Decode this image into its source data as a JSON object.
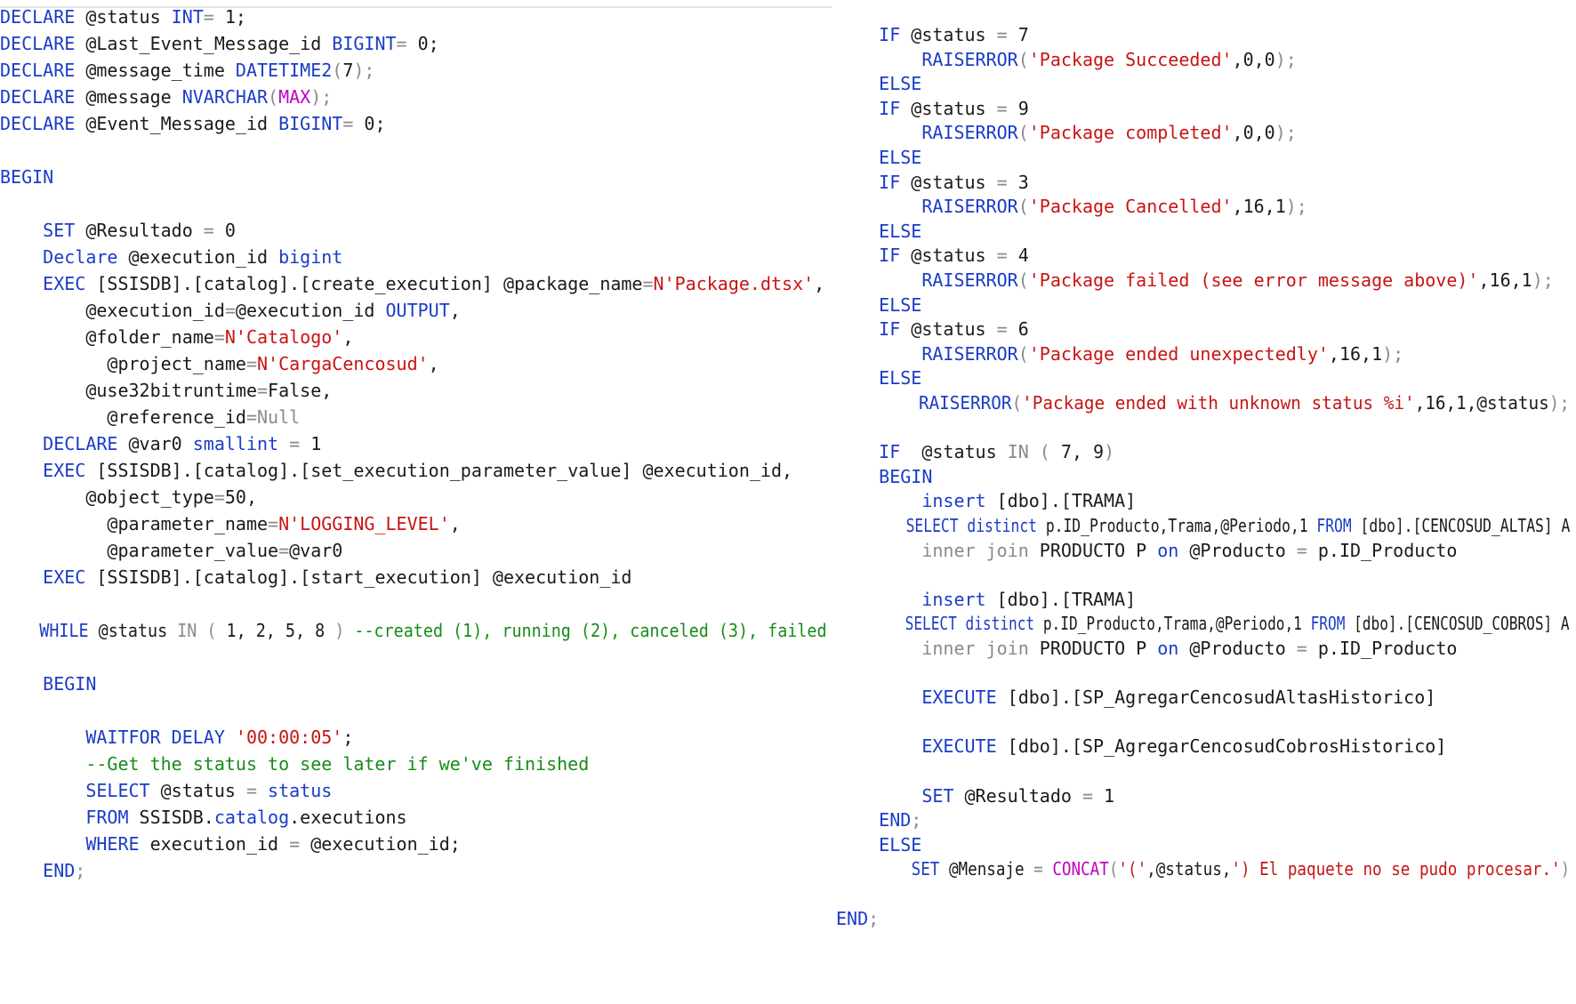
{
  "colors": {
    "keyword": "#1a3cc8",
    "string": "#c81414",
    "comment": "#178c17",
    "operator": "#8a8a8a",
    "function": "#c000c0",
    "plain": "#1a1a1a",
    "background": "#ffffff"
  },
  "left_pane": {
    "lines": [
      [
        {
          "t": "kw",
          "v": "DECLARE"
        },
        {
          "t": "pl",
          "v": " @status "
        },
        {
          "t": "kw",
          "v": "INT"
        },
        {
          "t": "gry",
          "v": "="
        },
        {
          "t": "pl",
          "v": " 1;"
        }
      ],
      [
        {
          "t": "kw",
          "v": "DECLARE"
        },
        {
          "t": "pl",
          "v": " @Last_Event_Message_id "
        },
        {
          "t": "kw",
          "v": "BIGINT"
        },
        {
          "t": "gry",
          "v": "="
        },
        {
          "t": "pl",
          "v": " 0;"
        }
      ],
      [
        {
          "t": "kw",
          "v": "DECLARE"
        },
        {
          "t": "pl",
          "v": " @message_time "
        },
        {
          "t": "kw",
          "v": "DATETIME2"
        },
        {
          "t": "gry",
          "v": "("
        },
        {
          "t": "pl",
          "v": "7"
        },
        {
          "t": "gry",
          "v": ");"
        }
      ],
      [
        {
          "t": "kw",
          "v": "DECLARE"
        },
        {
          "t": "pl",
          "v": " @message "
        },
        {
          "t": "kw",
          "v": "NVARCHAR"
        },
        {
          "t": "gry",
          "v": "("
        },
        {
          "t": "fn",
          "v": "MAX"
        },
        {
          "t": "gry",
          "v": ");"
        }
      ],
      [
        {
          "t": "kw",
          "v": "DECLARE"
        },
        {
          "t": "pl",
          "v": " @Event_Message_id "
        },
        {
          "t": "kw",
          "v": "BIGINT"
        },
        {
          "t": "gry",
          "v": "="
        },
        {
          "t": "pl",
          "v": " 0;"
        }
      ],
      [],
      [
        {
          "t": "kw",
          "v": "BEGIN"
        }
      ],
      [],
      [
        {
          "t": "pl",
          "v": "    "
        },
        {
          "t": "kw",
          "v": "SET"
        },
        {
          "t": "pl",
          "v": " @Resultado "
        },
        {
          "t": "gry",
          "v": "="
        },
        {
          "t": "pl",
          "v": " 0"
        }
      ],
      [
        {
          "t": "pl",
          "v": "    "
        },
        {
          "t": "kw",
          "v": "Declare"
        },
        {
          "t": "pl",
          "v": " @execution_id "
        },
        {
          "t": "kw",
          "v": "bigint"
        }
      ],
      [
        {
          "t": "pl",
          "v": "    "
        },
        {
          "t": "kw",
          "v": "EXEC"
        },
        {
          "t": "pl",
          "v": " [SSISDB].[catalog].[create_execution] @package_name"
        },
        {
          "t": "gry",
          "v": "="
        },
        {
          "t": "str",
          "v": "N'Package.dtsx'"
        },
        {
          "t": "pl",
          "v": ","
        }
      ],
      [
        {
          "t": "pl",
          "v": "        @execution_id"
        },
        {
          "t": "gry",
          "v": "="
        },
        {
          "t": "pl",
          "v": "@execution_id "
        },
        {
          "t": "kw",
          "v": "OUTPUT"
        },
        {
          "t": "pl",
          "v": ","
        }
      ],
      [
        {
          "t": "pl",
          "v": "        @folder_name"
        },
        {
          "t": "gry",
          "v": "="
        },
        {
          "t": "str",
          "v": "N'Catalogo'"
        },
        {
          "t": "pl",
          "v": ","
        }
      ],
      [
        {
          "t": "pl",
          "v": "          @project_name"
        },
        {
          "t": "gry",
          "v": "="
        },
        {
          "t": "str",
          "v": "N'CargaCencosud'"
        },
        {
          "t": "pl",
          "v": ","
        }
      ],
      [
        {
          "t": "pl",
          "v": "        @use32bitruntime"
        },
        {
          "t": "gry",
          "v": "="
        },
        {
          "t": "pl",
          "v": "False,"
        }
      ],
      [
        {
          "t": "pl",
          "v": "          @reference_id"
        },
        {
          "t": "gry",
          "v": "=Null"
        }
      ],
      [
        {
          "t": "pl",
          "v": "    "
        },
        {
          "t": "kw",
          "v": "DECLARE"
        },
        {
          "t": "pl",
          "v": " @var0 "
        },
        {
          "t": "kw",
          "v": "smallint"
        },
        {
          "t": "pl",
          "v": " "
        },
        {
          "t": "gry",
          "v": "="
        },
        {
          "t": "pl",
          "v": " 1"
        }
      ],
      [
        {
          "t": "pl",
          "v": "    "
        },
        {
          "t": "kw",
          "v": "EXEC"
        },
        {
          "t": "pl",
          "v": " [SSISDB].[catalog].[set_execution_parameter_value] @execution_id,"
        }
      ],
      [
        {
          "t": "pl",
          "v": "        @object_type"
        },
        {
          "t": "gry",
          "v": "="
        },
        {
          "t": "pl",
          "v": "50,"
        }
      ],
      [
        {
          "t": "pl",
          "v": "          @parameter_name"
        },
        {
          "t": "gry",
          "v": "="
        },
        {
          "t": "str",
          "v": "N'LOGGING_LEVEL'"
        },
        {
          "t": "pl",
          "v": ","
        }
      ],
      [
        {
          "t": "pl",
          "v": "          @parameter_value"
        },
        {
          "t": "gry",
          "v": "="
        },
        {
          "t": "pl",
          "v": "@var0"
        }
      ],
      [
        {
          "t": "pl",
          "v": "    "
        },
        {
          "t": "kw",
          "v": "EXEC"
        },
        {
          "t": "pl",
          "v": " [SSISDB].[catalog].[start_execution] @execution_id"
        }
      ],
      [],
      [
        {
          "t": "pl",
          "v": "    "
        },
        {
          "t": "kw",
          "v": "WHILE"
        },
        {
          "t": "pl",
          "v": " @status "
        },
        {
          "t": "gry",
          "v": "IN ("
        },
        {
          "t": "pl",
          "v": " 1, 2, 5, 8 "
        },
        {
          "t": "gry",
          "v": ")"
        },
        {
          "t": "pl",
          "v": " "
        },
        {
          "t": "cmt",
          "v": "--created (1), running (2), canceled (3), failed"
        }
      ],
      [],
      [
        {
          "t": "pl",
          "v": "    "
        },
        {
          "t": "kw",
          "v": "BEGIN"
        }
      ],
      [],
      [
        {
          "t": "pl",
          "v": "        "
        },
        {
          "t": "kw",
          "v": "WAITFOR DELAY"
        },
        {
          "t": "pl",
          "v": " "
        },
        {
          "t": "str",
          "v": "'00:00:05'"
        },
        {
          "t": "pl",
          "v": ";"
        }
      ],
      [
        {
          "t": "pl",
          "v": "        "
        },
        {
          "t": "cmt",
          "v": "--Get the status to see later if we've finished"
        }
      ],
      [
        {
          "t": "pl",
          "v": "        "
        },
        {
          "t": "kw",
          "v": "SELECT"
        },
        {
          "t": "pl",
          "v": " @status "
        },
        {
          "t": "gry",
          "v": "="
        },
        {
          "t": "pl",
          "v": " "
        },
        {
          "t": "kw",
          "v": "status"
        }
      ],
      [
        {
          "t": "pl",
          "v": "        "
        },
        {
          "t": "kw",
          "v": "FROM"
        },
        {
          "t": "pl",
          "v": " SSISDB."
        },
        {
          "t": "kw",
          "v": "catalog"
        },
        {
          "t": "pl",
          "v": ".executions"
        }
      ],
      [
        {
          "t": "pl",
          "v": "        "
        },
        {
          "t": "kw",
          "v": "WHERE"
        },
        {
          "t": "pl",
          "v": " execution_id "
        },
        {
          "t": "gry",
          "v": "="
        },
        {
          "t": "pl",
          "v": " @execution_id;"
        }
      ],
      [
        {
          "t": "pl",
          "v": "    "
        },
        {
          "t": "kw",
          "v": "END"
        },
        {
          "t": "gry",
          "v": ";"
        }
      ]
    ]
  },
  "right_pane": {
    "lines": [
      [
        {
          "t": "pl",
          "v": "    "
        },
        {
          "t": "kw",
          "v": "IF"
        },
        {
          "t": "pl",
          "v": " @status "
        },
        {
          "t": "gry",
          "v": "="
        },
        {
          "t": "pl",
          "v": " 7"
        }
      ],
      [
        {
          "t": "pl",
          "v": "        "
        },
        {
          "t": "kw",
          "v": "RAISERROR"
        },
        {
          "t": "gry",
          "v": "("
        },
        {
          "t": "str",
          "v": "'Package Succeeded'"
        },
        {
          "t": "pl",
          "v": ",0,0"
        },
        {
          "t": "gry",
          "v": ");"
        }
      ],
      [
        {
          "t": "pl",
          "v": "    "
        },
        {
          "t": "kw",
          "v": "ELSE"
        }
      ],
      [
        {
          "t": "pl",
          "v": "    "
        },
        {
          "t": "kw",
          "v": "IF"
        },
        {
          "t": "pl",
          "v": " @status "
        },
        {
          "t": "gry",
          "v": "="
        },
        {
          "t": "pl",
          "v": " 9"
        }
      ],
      [
        {
          "t": "pl",
          "v": "        "
        },
        {
          "t": "kw",
          "v": "RAISERROR"
        },
        {
          "t": "gry",
          "v": "("
        },
        {
          "t": "str",
          "v": "'Package completed'"
        },
        {
          "t": "pl",
          "v": ",0,0"
        },
        {
          "t": "gry",
          "v": ");"
        }
      ],
      [
        {
          "t": "pl",
          "v": "    "
        },
        {
          "t": "kw",
          "v": "ELSE"
        }
      ],
      [
        {
          "t": "pl",
          "v": "    "
        },
        {
          "t": "kw",
          "v": "IF"
        },
        {
          "t": "pl",
          "v": " @status "
        },
        {
          "t": "gry",
          "v": "="
        },
        {
          "t": "pl",
          "v": " 3"
        }
      ],
      [
        {
          "t": "pl",
          "v": "        "
        },
        {
          "t": "kw",
          "v": "RAISERROR"
        },
        {
          "t": "gry",
          "v": "("
        },
        {
          "t": "str",
          "v": "'Package Cancelled'"
        },
        {
          "t": "pl",
          "v": ",16,1"
        },
        {
          "t": "gry",
          "v": ");"
        }
      ],
      [
        {
          "t": "pl",
          "v": "    "
        },
        {
          "t": "kw",
          "v": "ELSE"
        }
      ],
      [
        {
          "t": "pl",
          "v": "    "
        },
        {
          "t": "kw",
          "v": "IF"
        },
        {
          "t": "pl",
          "v": " @status "
        },
        {
          "t": "gry",
          "v": "="
        },
        {
          "t": "pl",
          "v": " 4"
        }
      ],
      [
        {
          "t": "pl",
          "v": "        "
        },
        {
          "t": "kw",
          "v": "RAISERROR"
        },
        {
          "t": "gry",
          "v": "("
        },
        {
          "t": "str",
          "v": "'Package failed (see error message above)'"
        },
        {
          "t": "pl",
          "v": ",16,1"
        },
        {
          "t": "gry",
          "v": ");"
        }
      ],
      [
        {
          "t": "pl",
          "v": "    "
        },
        {
          "t": "kw",
          "v": "ELSE"
        }
      ],
      [
        {
          "t": "pl",
          "v": "    "
        },
        {
          "t": "kw",
          "v": "IF"
        },
        {
          "t": "pl",
          "v": " @status "
        },
        {
          "t": "gry",
          "v": "="
        },
        {
          "t": "pl",
          "v": " 6"
        }
      ],
      [
        {
          "t": "pl",
          "v": "        "
        },
        {
          "t": "kw",
          "v": "RAISERROR"
        },
        {
          "t": "gry",
          "v": "("
        },
        {
          "t": "str",
          "v": "'Package ended unexpectedly'"
        },
        {
          "t": "pl",
          "v": ",16,1"
        },
        {
          "t": "gry",
          "v": ");"
        }
      ],
      [
        {
          "t": "pl",
          "v": "    "
        },
        {
          "t": "kw",
          "v": "ELSE"
        }
      ],
      [
        {
          "t": "pl",
          "v": "        "
        },
        {
          "t": "kw",
          "v": "RAISERROR"
        },
        {
          "t": "gry",
          "v": "("
        },
        {
          "t": "str",
          "v": "'Package ended with unknown status %i'"
        },
        {
          "t": "pl",
          "v": ",16,1,@status"
        },
        {
          "t": "gry",
          "v": ");"
        }
      ],
      [],
      [
        {
          "t": "pl",
          "v": "    "
        },
        {
          "t": "kw",
          "v": "IF"
        },
        {
          "t": "pl",
          "v": "  @status "
        },
        {
          "t": "gry",
          "v": "IN ("
        },
        {
          "t": "pl",
          "v": " 7, 9"
        },
        {
          "t": "gry",
          "v": ")"
        }
      ],
      [
        {
          "t": "pl",
          "v": "    "
        },
        {
          "t": "kw",
          "v": "BEGIN"
        }
      ],
      [
        {
          "t": "pl",
          "v": "        "
        },
        {
          "t": "kw",
          "v": "insert"
        },
        {
          "t": "pl",
          "v": " [dbo].[TRAMA]"
        }
      ],
      [
        {
          "t": "pl",
          "v": "        "
        },
        {
          "t": "kw",
          "v": "SELECT distinct"
        },
        {
          "t": "pl",
          "v": " p.ID_Producto,Trama,@Periodo,1 "
        },
        {
          "t": "kw",
          "v": "FROM"
        },
        {
          "t": "pl",
          "v": " [dbo].[CENCOSUD_ALTAS] A"
        }
      ],
      [
        {
          "t": "pl",
          "v": "        "
        },
        {
          "t": "gry",
          "v": "inner join"
        },
        {
          "t": "pl",
          "v": " PRODUCTO P "
        },
        {
          "t": "kw",
          "v": "on"
        },
        {
          "t": "pl",
          "v": " @Producto "
        },
        {
          "t": "gry",
          "v": "="
        },
        {
          "t": "pl",
          "v": " p.ID_Producto"
        }
      ],
      [],
      [
        {
          "t": "pl",
          "v": "        "
        },
        {
          "t": "kw",
          "v": "insert"
        },
        {
          "t": "pl",
          "v": " [dbo].[TRAMA]"
        }
      ],
      [
        {
          "t": "pl",
          "v": "        "
        },
        {
          "t": "kw",
          "v": "SELECT distinct"
        },
        {
          "t": "pl",
          "v": " p.ID_Producto,Trama,@Periodo,1 "
        },
        {
          "t": "kw",
          "v": "FROM"
        },
        {
          "t": "pl",
          "v": " [dbo].[CENCOSUD_COBROS] A"
        }
      ],
      [
        {
          "t": "pl",
          "v": "        "
        },
        {
          "t": "gry",
          "v": "inner join"
        },
        {
          "t": "pl",
          "v": " PRODUCTO P "
        },
        {
          "t": "kw",
          "v": "on"
        },
        {
          "t": "pl",
          "v": " @Producto "
        },
        {
          "t": "gry",
          "v": "="
        },
        {
          "t": "pl",
          "v": " p.ID_Producto"
        }
      ],
      [],
      [
        {
          "t": "pl",
          "v": "        "
        },
        {
          "t": "kw",
          "v": "EXECUTE"
        },
        {
          "t": "pl",
          "v": " [dbo].[SP_AgregarCencosudAltasHistorico]"
        }
      ],
      [],
      [
        {
          "t": "pl",
          "v": "        "
        },
        {
          "t": "kw",
          "v": "EXECUTE"
        },
        {
          "t": "pl",
          "v": " [dbo].[SP_AgregarCencosudCobrosHistorico]"
        }
      ],
      [],
      [
        {
          "t": "pl",
          "v": "        "
        },
        {
          "t": "kw",
          "v": "SET"
        },
        {
          "t": "pl",
          "v": " @Resultado "
        },
        {
          "t": "gry",
          "v": "="
        },
        {
          "t": "pl",
          "v": " 1"
        }
      ],
      [
        {
          "t": "pl",
          "v": "    "
        },
        {
          "t": "kw",
          "v": "END"
        },
        {
          "t": "gry",
          "v": ";"
        }
      ],
      [
        {
          "t": "pl",
          "v": "    "
        },
        {
          "t": "kw",
          "v": "ELSE"
        }
      ],
      [
        {
          "t": "pl",
          "v": "        "
        },
        {
          "t": "kw",
          "v": "SET"
        },
        {
          "t": "pl",
          "v": " @Mensaje "
        },
        {
          "t": "gry",
          "v": "="
        },
        {
          "t": "pl",
          "v": " "
        },
        {
          "t": "fn",
          "v": "CONCAT"
        },
        {
          "t": "gry",
          "v": "("
        },
        {
          "t": "str",
          "v": "'('"
        },
        {
          "t": "pl",
          "v": ",@status,"
        },
        {
          "t": "str",
          "v": "') El paquete no se pudo procesar.'"
        },
        {
          "t": "gry",
          "v": ")"
        }
      ],
      [],
      [
        {
          "t": "kw",
          "v": "END"
        },
        {
          "t": "gry",
          "v": ";"
        }
      ]
    ]
  }
}
